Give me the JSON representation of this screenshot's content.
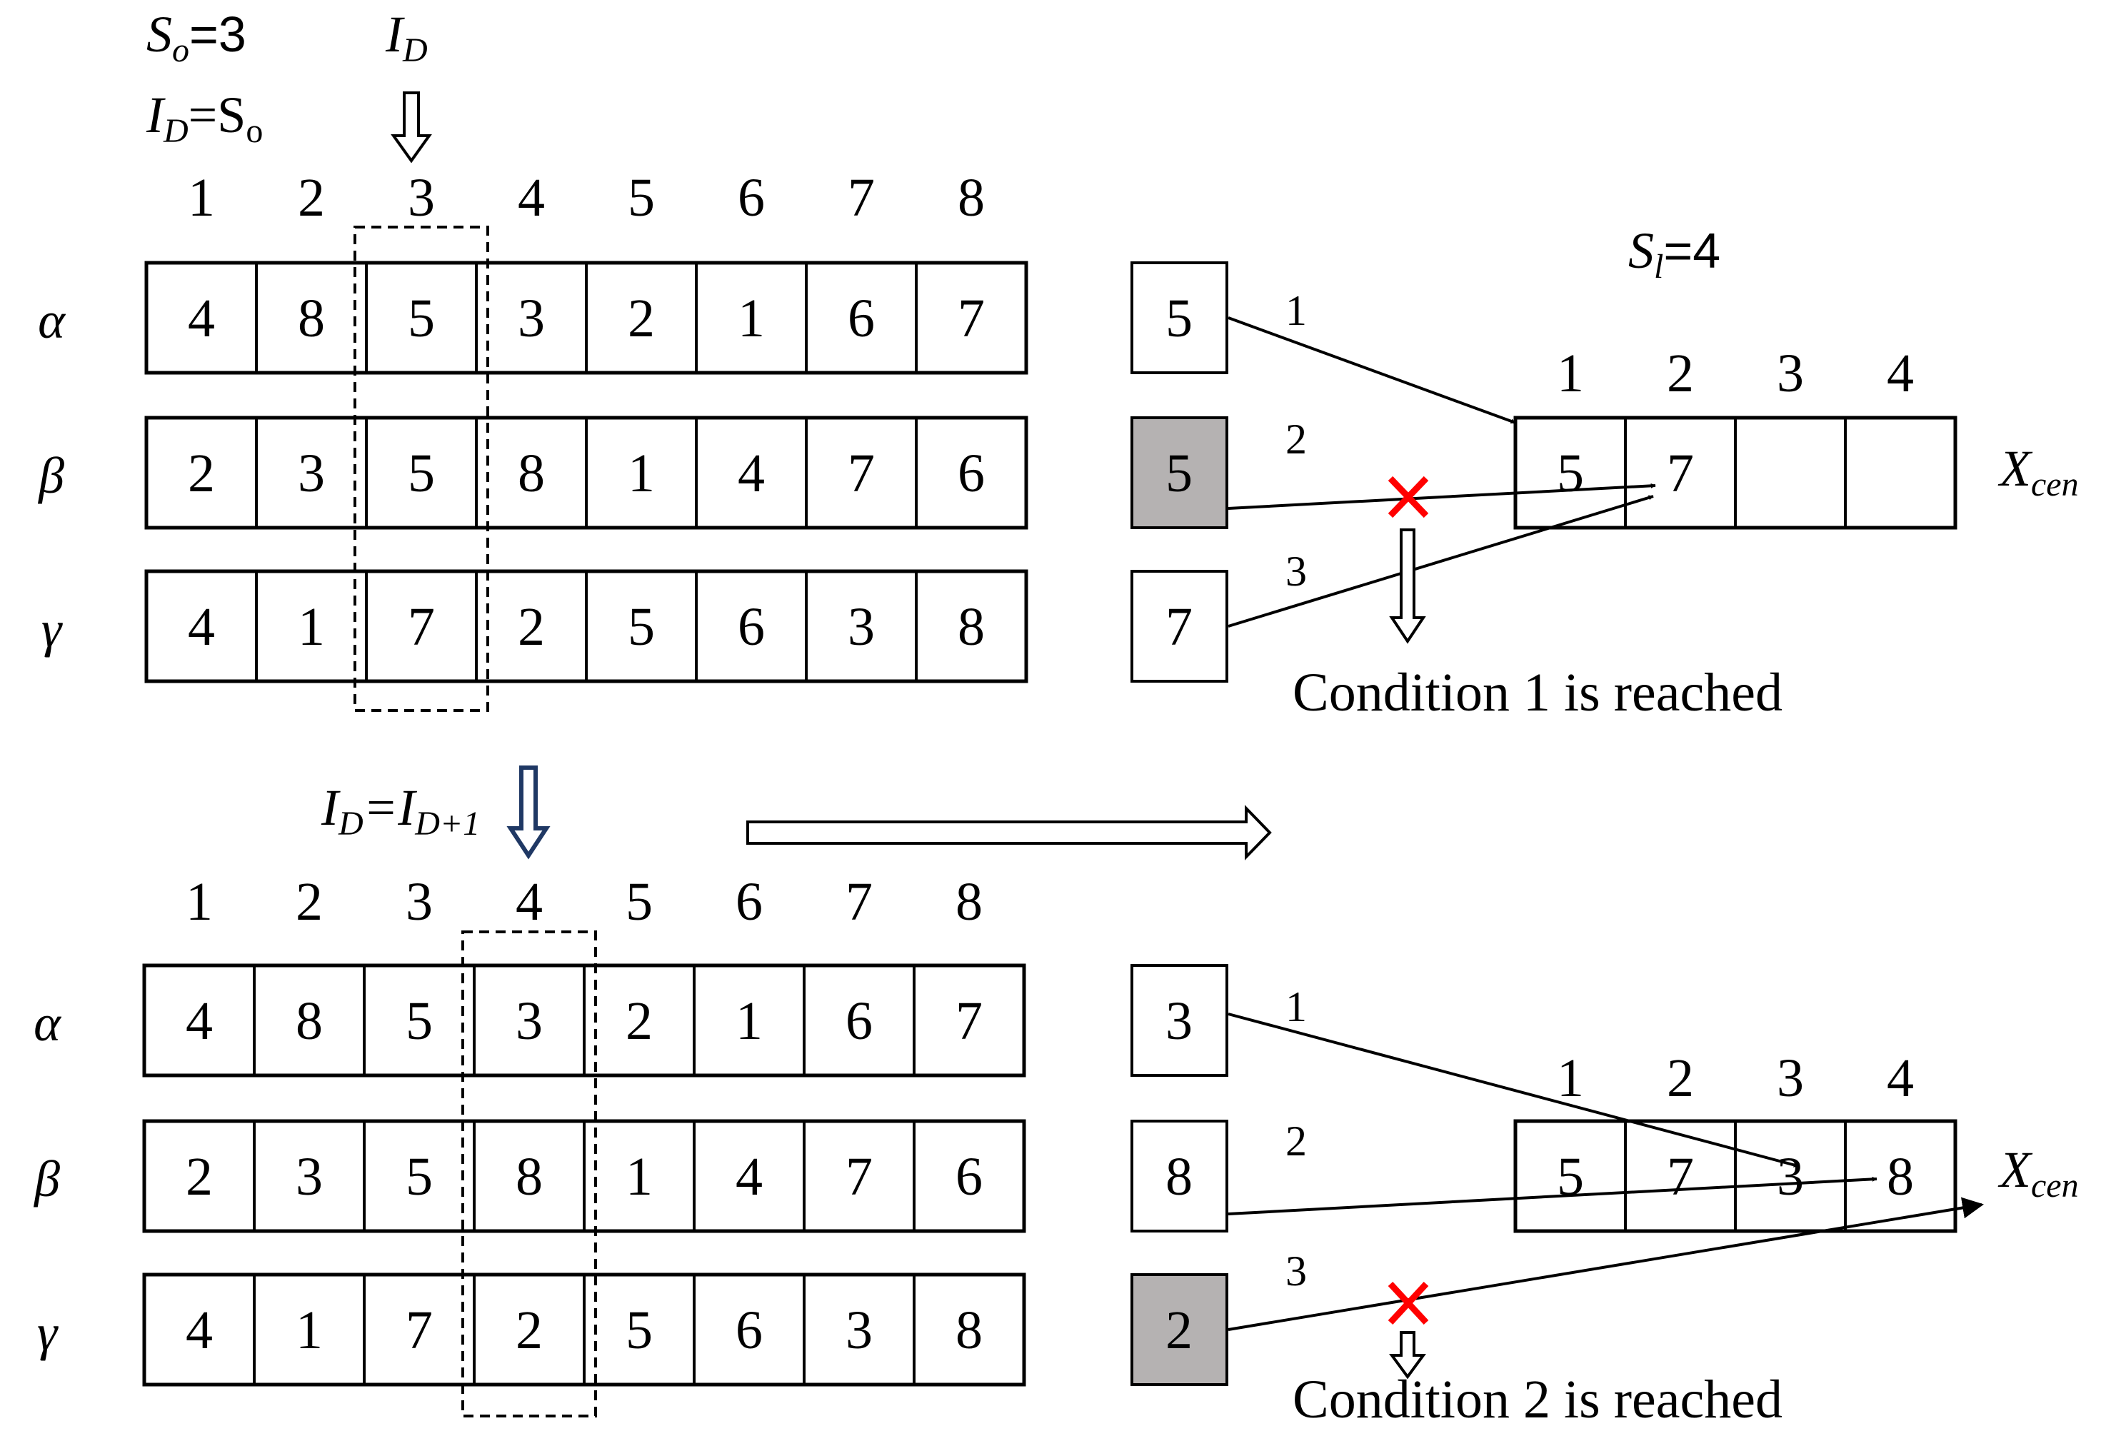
{
  "top": {
    "so_label": "S",
    "so_sub": "o",
    "so_eq": "=3",
    "id_label": "I",
    "id_sub": "D",
    "id_eq_label": "I",
    "id_eq_sub": "D",
    "id_eq_rhs": "=S",
    "id_eq_rhs_sub": "o",
    "column_indices": [
      "1",
      "2",
      "3",
      "4",
      "5",
      "6",
      "7",
      "8"
    ],
    "rows": [
      {
        "label": "α",
        "values": [
          "4",
          "8",
          "5",
          "3",
          "2",
          "1",
          "6",
          "7"
        ]
      },
      {
        "label": "β",
        "values": [
          "2",
          "3",
          "5",
          "8",
          "1",
          "4",
          "7",
          "6"
        ]
      },
      {
        "label": "γ",
        "values": [
          "4",
          "1",
          "7",
          "2",
          "5",
          "6",
          "3",
          "8"
        ]
      }
    ],
    "picked": [
      "5",
      "5",
      "7"
    ],
    "picked_gray": [
      false,
      true,
      false
    ],
    "arrow_labels": [
      "1",
      "2",
      "3"
    ],
    "sl_label": "S",
    "sl_sub": "l",
    "sl_eq": "=4",
    "xcen_indices": [
      "1",
      "2",
      "3",
      "4"
    ],
    "xcen_values": [
      "5",
      "7",
      "",
      ""
    ],
    "xcen_label": "X",
    "xcen_sub": "cen",
    "condition": "Condition 1 is reached"
  },
  "update": {
    "lhs": "I",
    "lhs_sub": "D",
    "eq": "=I",
    "rhs_sub": "D+1"
  },
  "bottom": {
    "column_indices": [
      "1",
      "2",
      "3",
      "4",
      "5",
      "6",
      "7",
      "8"
    ],
    "rows": [
      {
        "label": "α",
        "values": [
          "4",
          "8",
          "5",
          "3",
          "2",
          "1",
          "6",
          "7"
        ]
      },
      {
        "label": "β",
        "values": [
          "2",
          "3",
          "5",
          "8",
          "1",
          "4",
          "7",
          "6"
        ]
      },
      {
        "label": "γ",
        "values": [
          "4",
          "1",
          "7",
          "2",
          "5",
          "6",
          "3",
          "8"
        ]
      }
    ],
    "picked": [
      "3",
      "8",
      "2"
    ],
    "picked_gray": [
      false,
      false,
      true
    ],
    "arrow_labels": [
      "1",
      "2",
      "3"
    ],
    "xcen_indices": [
      "1",
      "2",
      "3",
      "4"
    ],
    "xcen_values": [
      "5",
      "7",
      "3",
      "8"
    ],
    "xcen_label": "X",
    "xcen_sub": "cen",
    "condition": "Condition 2 is reached"
  },
  "colors": {
    "gray_cell": "#b5b2b2",
    "cross": "#ff0000",
    "update_arrow": "#1f3864"
  }
}
